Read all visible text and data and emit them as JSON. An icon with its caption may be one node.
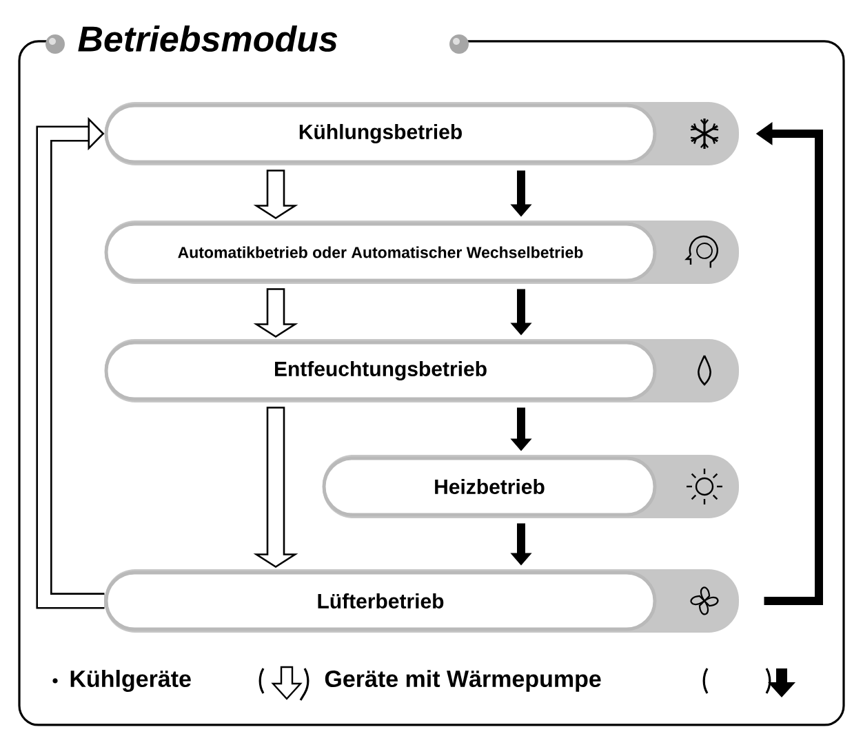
{
  "diagram": {
    "title": "Betriebsmodus",
    "nodes": [
      {
        "text": [
          "Kühlungsbetrieb"
        ]
      },
      {
        "text": [
          "Automatikbetrieb oder Automatischer Wechselbetrieb"
        ]
      },
      {
        "text": [
          "Entfeuchtungsbetrieb"
        ]
      },
      {
        "text": [
          "Heizbetrieb"
        ]
      },
      {
        "text": [
          "Lüfterbetrieb"
        ]
      }
    ],
    "edges": [
      {
        "from": 0,
        "to": 1,
        "arrow": "to",
        "color": "#ffffff"
      },
      {
        "from": 0,
        "to": 1,
        "arrow": "to"
      },
      {
        "from": 1,
        "to": 2,
        "arrow": "to",
        "color": "#ffffff"
      },
      {
        "from": 1,
        "to": 2,
        "arrow": "to"
      },
      {
        "from": 2,
        "to": 4,
        "arrow": "to",
        "color": "#ffffff"
      },
      {
        "from": 2,
        "to": 3,
        "arrow": "to"
      },
      {
        "from": 3,
        "to": 4,
        "arrow": "to"
      },
      {
        "from": 4,
        "to": 0,
        "arrow": "to",
        "style": "thick"
      },
      {
        "from": 4,
        "to": 0,
        "arrow": "to"
      }
    ],
    "legend": [
      {
        "text": "Kühlgeräte"
      },
      {
        "text": "Geräte mit Wärmepumpe"
      }
    ]
  }
}
